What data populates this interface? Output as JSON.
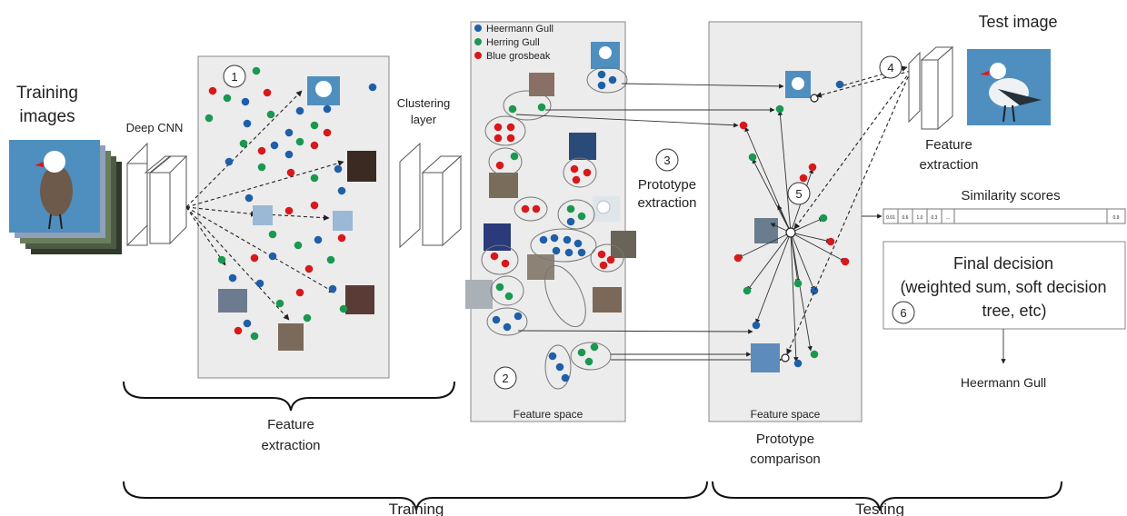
{
  "training_images_title": [
    "Training",
    "images"
  ],
  "deep_cnn_label": "Deep CNN",
  "clustering_layer_label": [
    "Clustering",
    "layer"
  ],
  "prototype_extraction_label": [
    "Prototype",
    "extraction"
  ],
  "legend": [
    {
      "label": "Heermann Gull",
      "color": "#1f5fa8"
    },
    {
      "label": "Herring Gull",
      "color": "#1a9850"
    },
    {
      "label": "Blue grosbeak",
      "color": "#d7191c"
    }
  ],
  "feature_space_label": "Feature space",
  "test_image_title": "Test image",
  "test_feature_extraction_label": [
    "Feature",
    "extraction"
  ],
  "similarity_scores_title": "Similarity scores",
  "similarity_cells": [
    "0.01",
    "0.6",
    "1.0",
    "0.3",
    "..."
  ],
  "similarity_last_cell": "0.9",
  "final_decision_lines": [
    "Final decision",
    "(weighted sum, soft decision",
    "tree, etc)"
  ],
  "prediction": "Heermann Gull",
  "step_numbers": [
    "1",
    "2",
    "3",
    "4",
    "5",
    "6"
  ],
  "bracket_labels": {
    "feature_extraction": [
      "Feature",
      "extraction"
    ],
    "prototype_comparison": [
      "Prototype",
      "comparison"
    ],
    "training": "Training",
    "testing": "Testing"
  },
  "colors": {
    "panel_fill": "#ececec",
    "panel_stroke": "#888888",
    "heermann": "#1f5fa8",
    "herring": "#1a9850",
    "grosbeak": "#d7191c",
    "sky": "#4f8fc0",
    "patch": "#9bb8d6"
  },
  "icons": [
    "bird-photo-thumbnail",
    "cnn-block-icon",
    "dashed-arrow",
    "curly-bracket"
  ]
}
